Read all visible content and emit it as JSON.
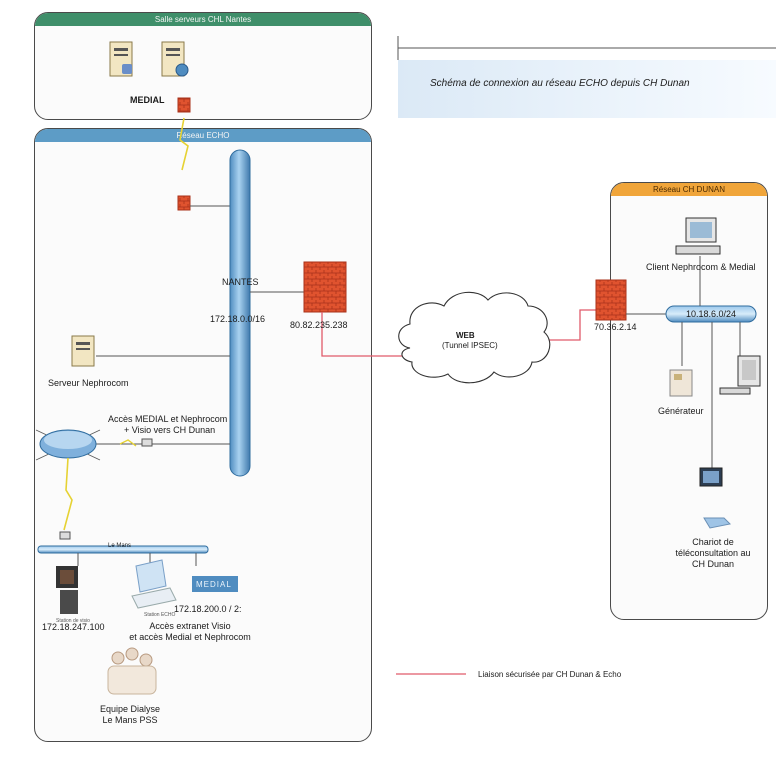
{
  "title": "Schéma de connexion au réseau ECHO depuis CH Dunan",
  "panels": {
    "top": {
      "header": "Salle serveurs CHL Nantes",
      "label": "MEDIAL"
    },
    "echo": {
      "header": "Réseau ECHO"
    },
    "dunan": {
      "header": "Réseau CH DUNAN"
    }
  },
  "echo": {
    "backbone_name": "NANTES",
    "backbone_subnet": "172.18.0.0/16",
    "firewall_ip": "80.82.235.238",
    "server_label": "Serveur Nephrocom",
    "router_label_1": "Accès MEDIAL et Nephrocom",
    "router_label_2": "+ Visio vers CH Dunan",
    "lan_name": "Le Mans",
    "visio_caption": "Station de visio",
    "visio_ip": "172.18.247.100",
    "laptop_caption": "Station ECHO",
    "medial_logo": "MEDIAL",
    "medial_ip": "172.18.200.0 / 2:",
    "extranet_1": "Accès extranet Visio",
    "extranet_2": "et accès Medial et Nephrocom",
    "team_1": "Equipe Dialyse",
    "team_2": "Le Mans PSS"
  },
  "web": {
    "label": "WEB",
    "sublabel": "(Tunnel IPSEC)"
  },
  "dunan": {
    "firewall_ip": "70.36.2.14",
    "subnet": "10.18.6.0/24",
    "client_label": "Client Nephrocom & Medial",
    "generator_label": "Générateur",
    "cart_1": "Chariot de",
    "cart_2": "téléconsultation au",
    "cart_3": "CH Dunan"
  },
  "legend": {
    "label": "Liaison sécurisée par CH Dunan & Echo",
    "color": "#e05a6a"
  },
  "colors": {
    "green_header": "#3f8f6a",
    "blue_header": "#5d9cc6",
    "orange_header": "#f0a53a",
    "pipe": "#6fa7d6",
    "firewall": "#e0532f",
    "secure_link": "#e05a6a"
  },
  "icons": [
    "server-icon",
    "globe-server-icon",
    "firewall-icon",
    "router-icon",
    "cloud-icon",
    "computer-icon",
    "laptop-icon",
    "camera-icon",
    "generator-icon",
    "people-icon"
  ]
}
